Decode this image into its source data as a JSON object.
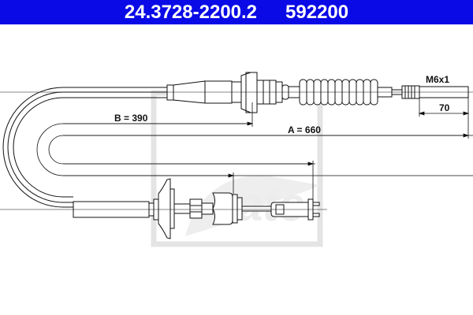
{
  "header": {
    "part_number": "24.3728-2200.2",
    "reference_number": "592200",
    "background_color": "#0a0ae6",
    "text_color": "#ffffff"
  },
  "drawing": {
    "subject": "clutch-cable",
    "dimensions": {
      "a_label": "A = 660",
      "b_label": "B = 390",
      "thread_label": "M6x1",
      "thread_length_label": "70"
    },
    "watermark": "ate-logo",
    "line_color": "#111111",
    "watermark_color": "#e6e6e6"
  }
}
